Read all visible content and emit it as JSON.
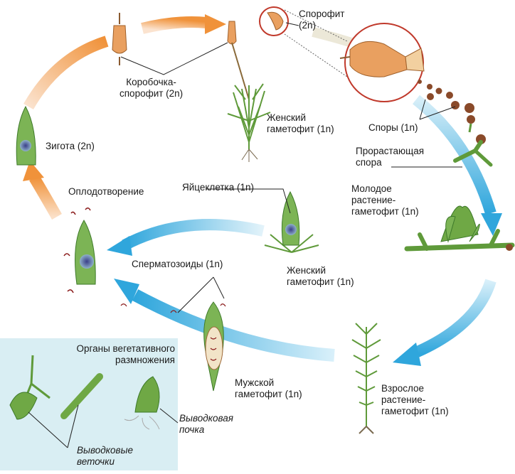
{
  "labels": {
    "sporophyte_line1": "Спорофит",
    "sporophyte_line2": "(2n)",
    "capsule_line1": "Коробочка-",
    "capsule_line2": "спорофит (2n)",
    "female_top_line1": "Женский",
    "female_top_line2": "гаметофит (1n)",
    "spores": "Споры (1n)",
    "zygote": "Зигота (2n)",
    "germinating_line1": "Прорастающая",
    "germinating_line2": "спора",
    "fertilization": "Оплодотворение",
    "egg": "Яйцеклетка (1n)",
    "young_line1": "Молодое",
    "young_line2": "растение-",
    "young_line3": "гаметофит (1n)",
    "female_mid_line1": "Женский",
    "female_mid_line2": "гаметофит (1n)",
    "sperm": "Сперматозоиды (1n)",
    "organs_line1": "Органы вегетативного",
    "organs_line2": "размножения",
    "male_line1": "Мужской",
    "male_line2": "гаметофит (1n)",
    "adult_line1": "Взрослое",
    "adult_line2": "растение-",
    "adult_line3": "гаметофит (1n)",
    "brood_bud_line1": "Выводковая",
    "brood_bud_line2": "почка",
    "brood_branch_line1": "Выводковые",
    "brood_branch_line2": "веточки"
  },
  "colors": {
    "orange_arrow": "#f0923a",
    "blue_arrow": "#2fa6dc",
    "inset_bg": "#d9eef3",
    "plant_green": "#5f9a3a",
    "capsule": "#e08a4a",
    "spore_brown": "#8a4a2a",
    "sporophyte_ring": "#c0392b"
  }
}
